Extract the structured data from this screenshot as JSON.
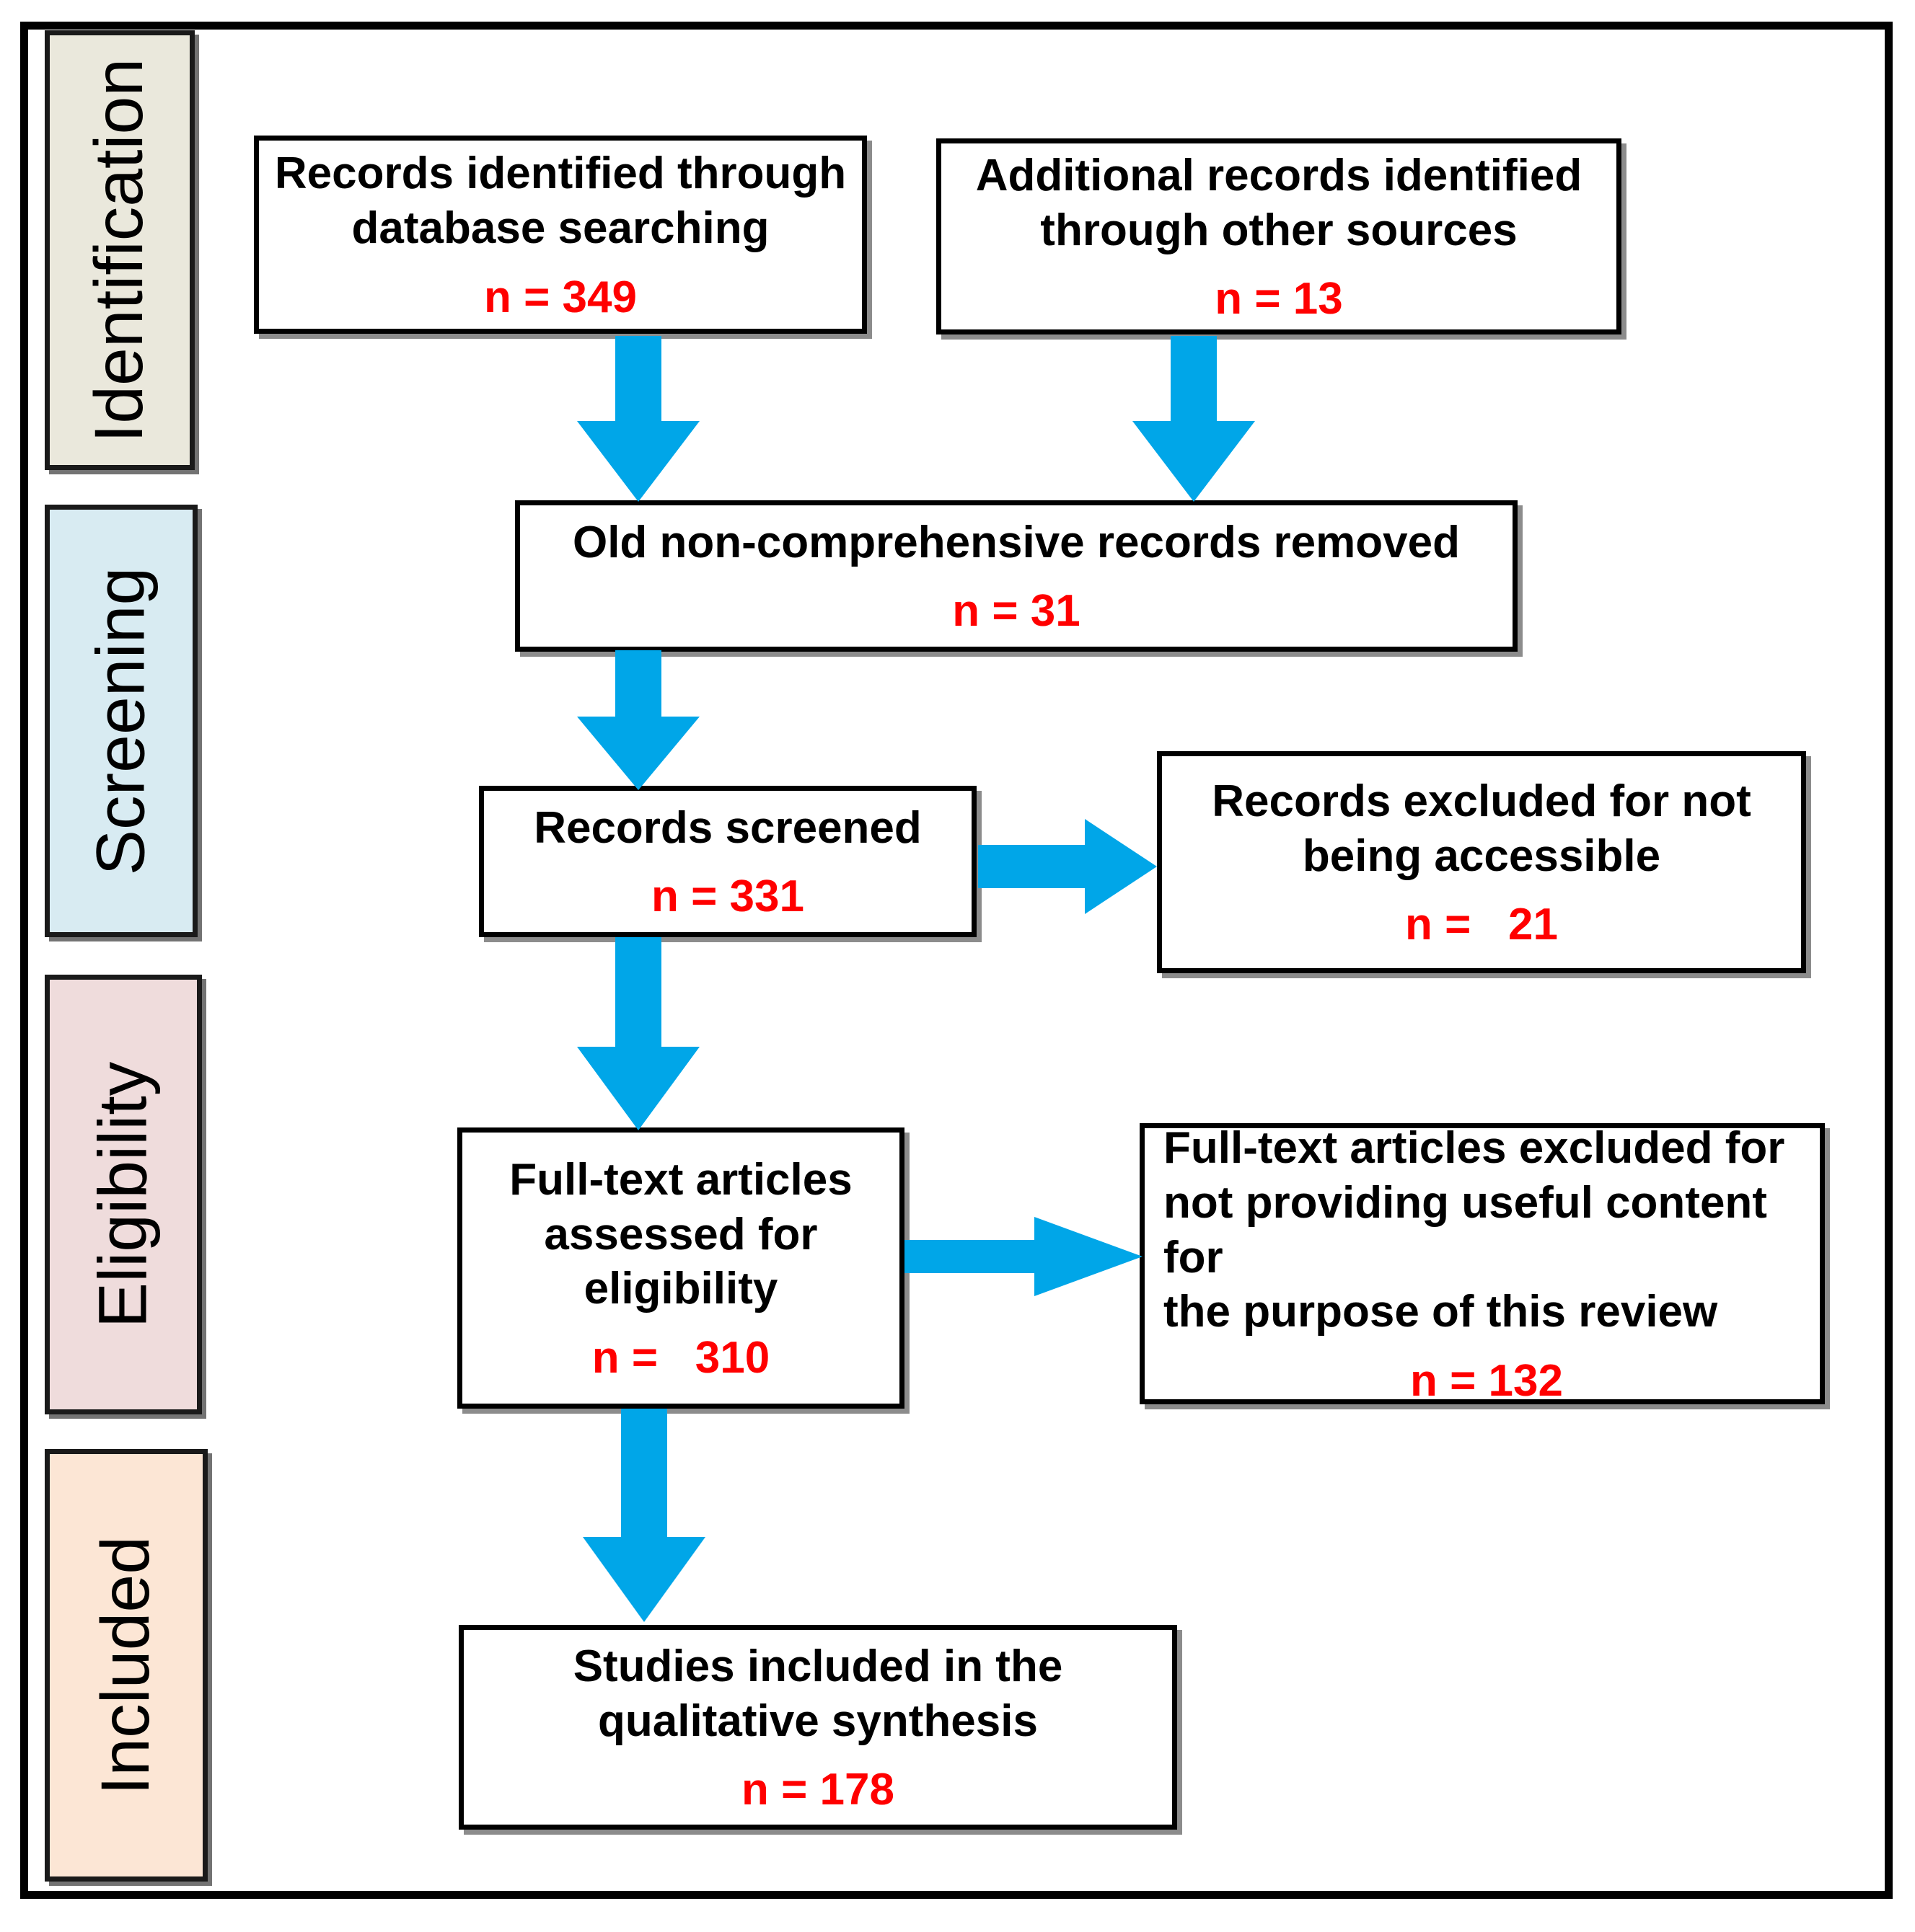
{
  "figure": {
    "type": "prisma-flow-diagram",
    "accent_color": "#00A6E8",
    "count_color": "#FF0000",
    "border_color": "#000000"
  },
  "stages": [
    {
      "id": "identification",
      "label": "Identification",
      "fill": "#EAE8DC"
    },
    {
      "id": "screening",
      "label": "Screening",
      "fill": "#D8EBF2"
    },
    {
      "id": "eligibility",
      "label": "Eligibility",
      "fill": "#EFDCDC"
    },
    {
      "id": "included",
      "label": "Included",
      "fill": "#FCE6D5"
    }
  ],
  "nodes": {
    "db_search": {
      "title": "Records identified through\ndatabase searching",
      "count": "n = 349"
    },
    "other_sources": {
      "title": "Additional records identified\nthrough other sources",
      "count": "n = 13"
    },
    "removed": {
      "title": "Old non-comprehensive records removed",
      "count": "n = 31"
    },
    "screened": {
      "title": "Records screened",
      "count": "n = 331"
    },
    "excluded_not_accessible": {
      "title": "Records excluded for not\nbeing accessible",
      "count": "n =   21"
    },
    "fulltext_assessed": {
      "title": "Full-text articles\nassessed for\neligibility",
      "count": "n =   310"
    },
    "fulltext_excluded": {
      "title": "Full-text articles excluded for\nnot providing useful content for\nthe purpose of this review",
      "count": "n = 132"
    },
    "included_studies": {
      "title": "Studies included in the\nqualitative synthesis",
      "count": "n = 178"
    }
  },
  "chart_data": {
    "type": "table",
    "title": "PRISMA flow diagram",
    "categories": [
      "Records identified through database searching",
      "Additional records identified through other sources",
      "Old non-comprehensive records removed",
      "Records screened",
      "Records excluded for not being accessible",
      "Full-text articles assessed for eligibility",
      "Full-text articles excluded for not providing useful content for the purpose of this review",
      "Studies included in the qualitative synthesis"
    ],
    "values": [
      349,
      13,
      31,
      331,
      21,
      310,
      132,
      178
    ],
    "xlabel": "",
    "ylabel": "n"
  }
}
